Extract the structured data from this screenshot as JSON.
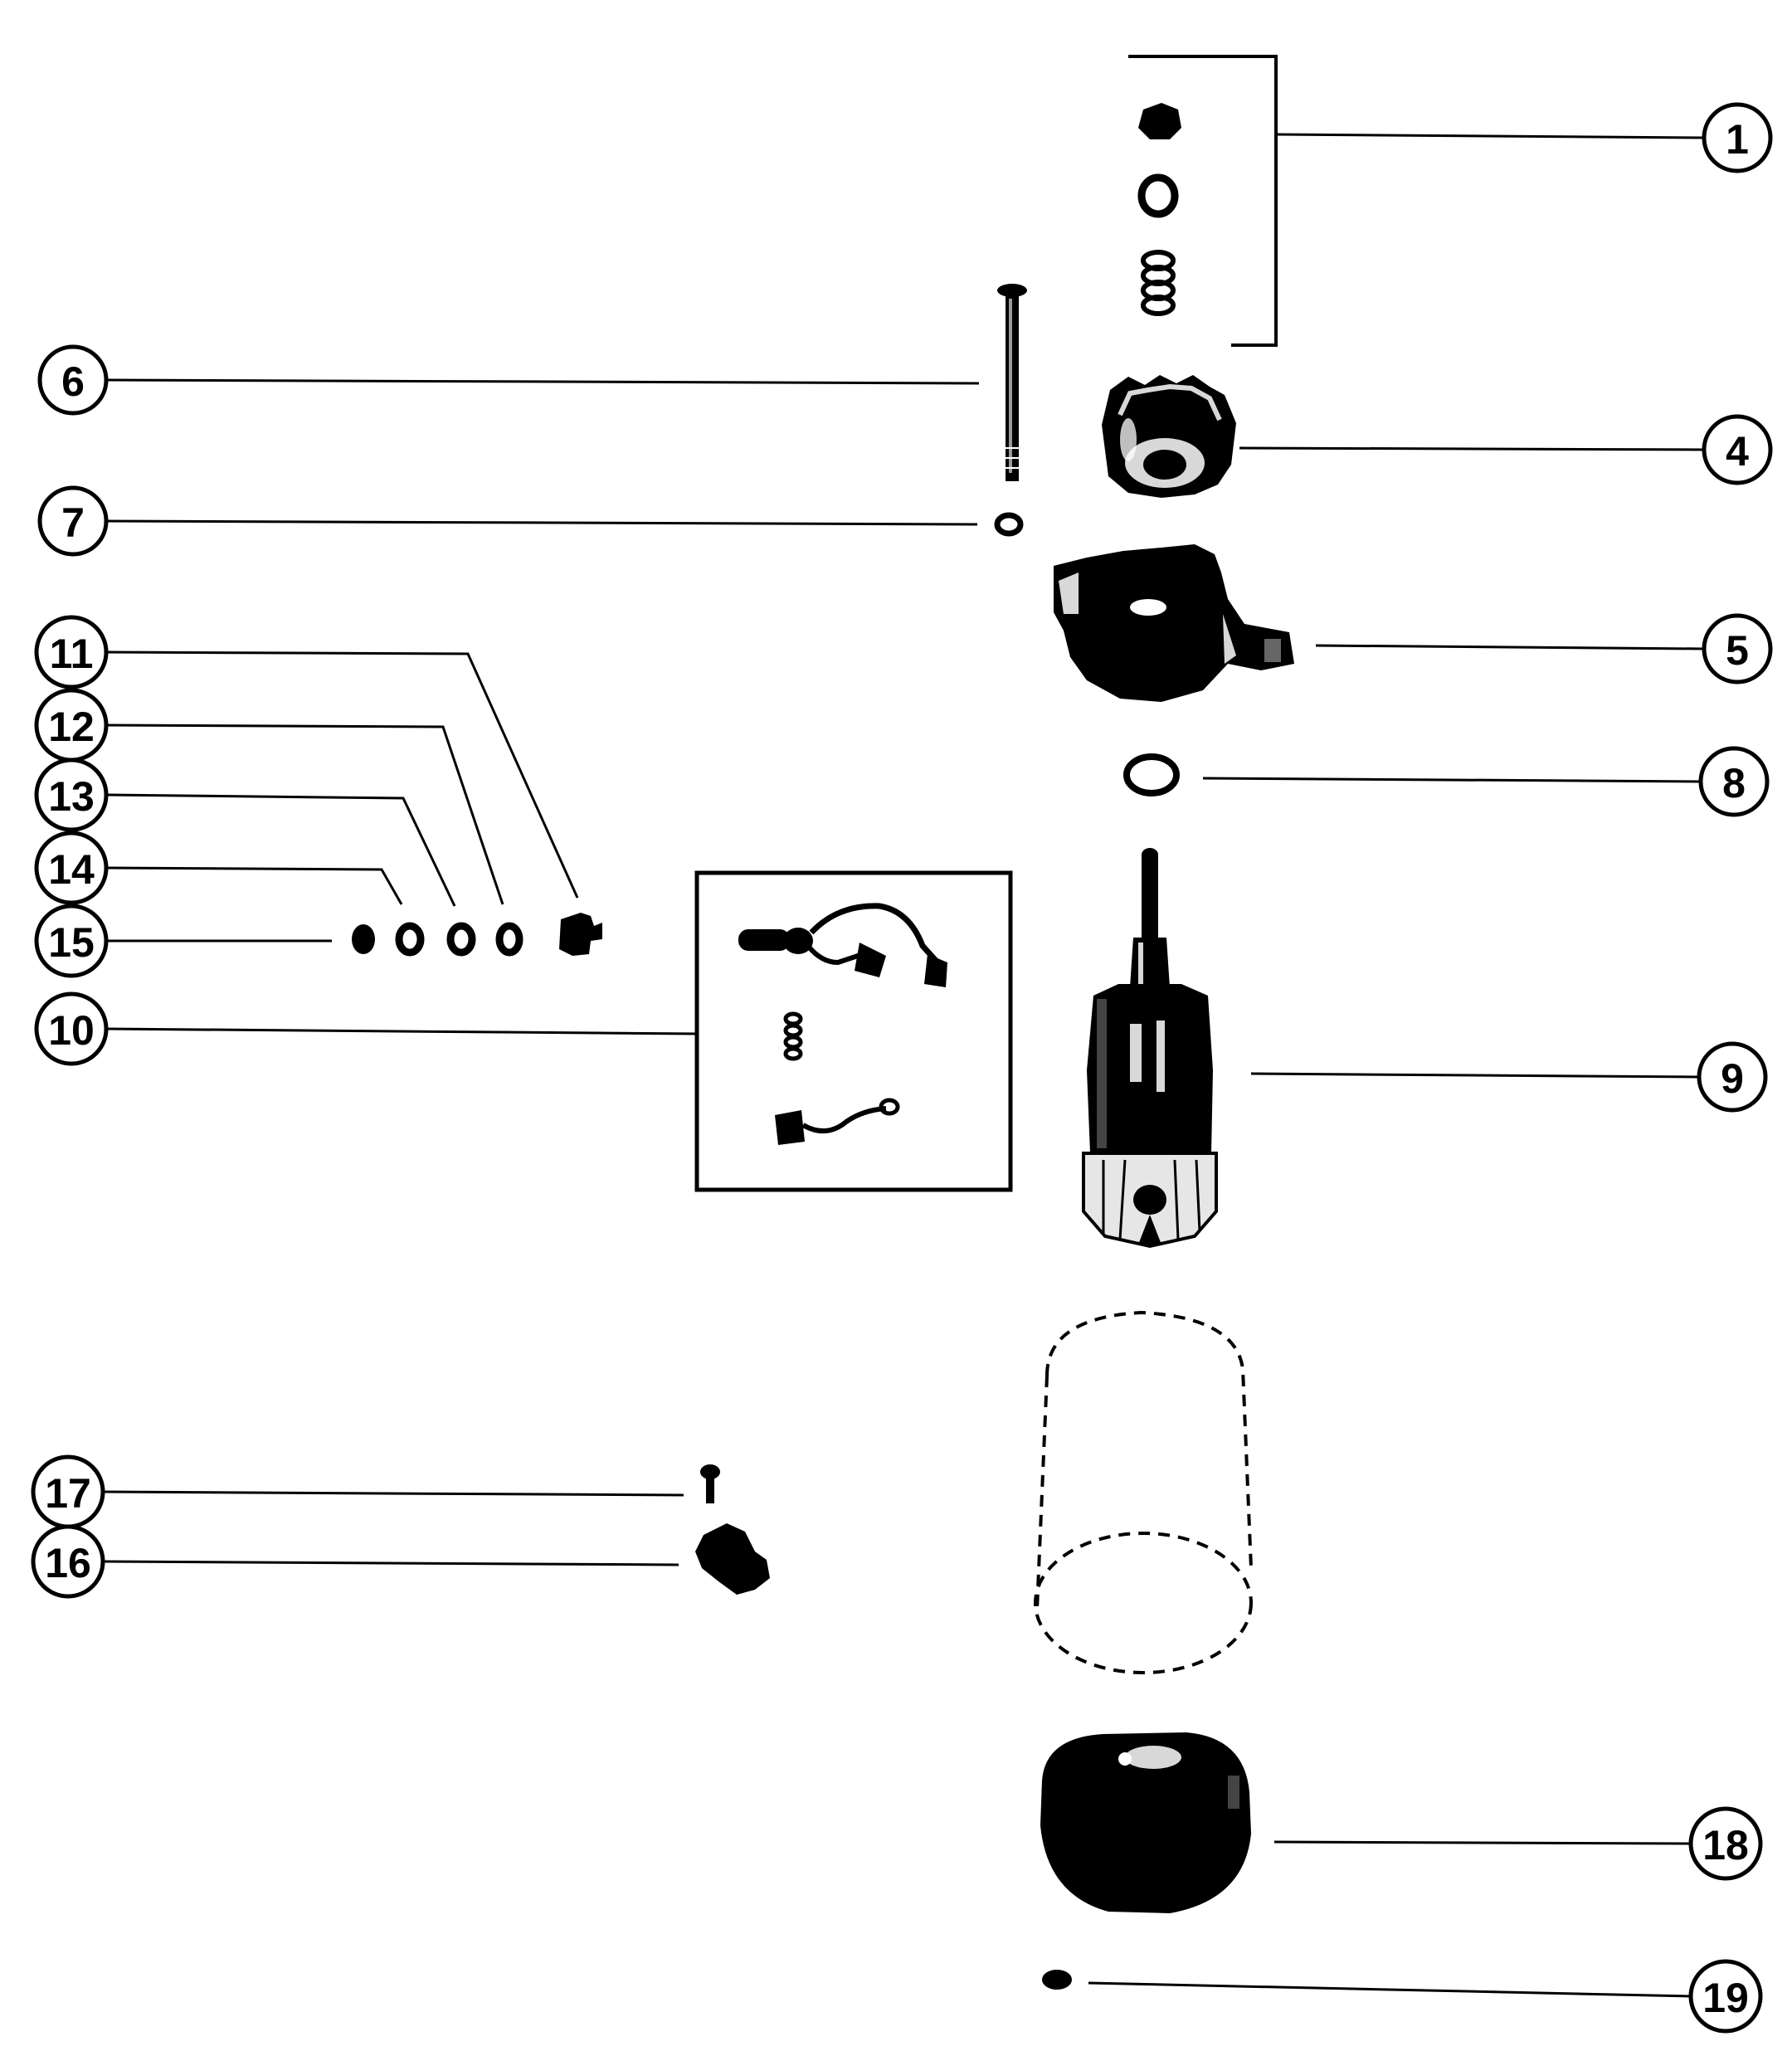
{
  "diagram": {
    "callouts": [
      {
        "id": "1",
        "label": "1"
      },
      {
        "id": "4",
        "label": "4"
      },
      {
        "id": "5",
        "label": "5"
      },
      {
        "id": "6",
        "label": "6"
      },
      {
        "id": "7",
        "label": "7"
      },
      {
        "id": "8",
        "label": "8"
      },
      {
        "id": "9",
        "label": "9"
      },
      {
        "id": "10",
        "label": "10"
      },
      {
        "id": "11",
        "label": "11"
      },
      {
        "id": "12",
        "label": "12"
      },
      {
        "id": "13",
        "label": "13"
      },
      {
        "id": "14",
        "label": "14"
      },
      {
        "id": "15",
        "label": "15"
      },
      {
        "id": "16",
        "label": "16"
      },
      {
        "id": "17",
        "label": "17"
      },
      {
        "id": "18",
        "label": "18"
      },
      {
        "id": "19",
        "label": "19"
      }
    ],
    "colors": {
      "ink": "#000000",
      "paper": "#ffffff",
      "highlight": "#d8d8d8"
    }
  }
}
